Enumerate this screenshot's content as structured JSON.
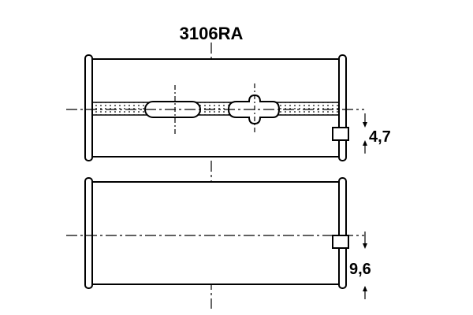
{
  "part_number": "3106RA",
  "dimension_upper": "4,7",
  "dimension_lower": "9,6",
  "colors": {
    "stroke": "#000000",
    "background": "#ffffff",
    "groove_fill": "#d8d8d8"
  }
}
